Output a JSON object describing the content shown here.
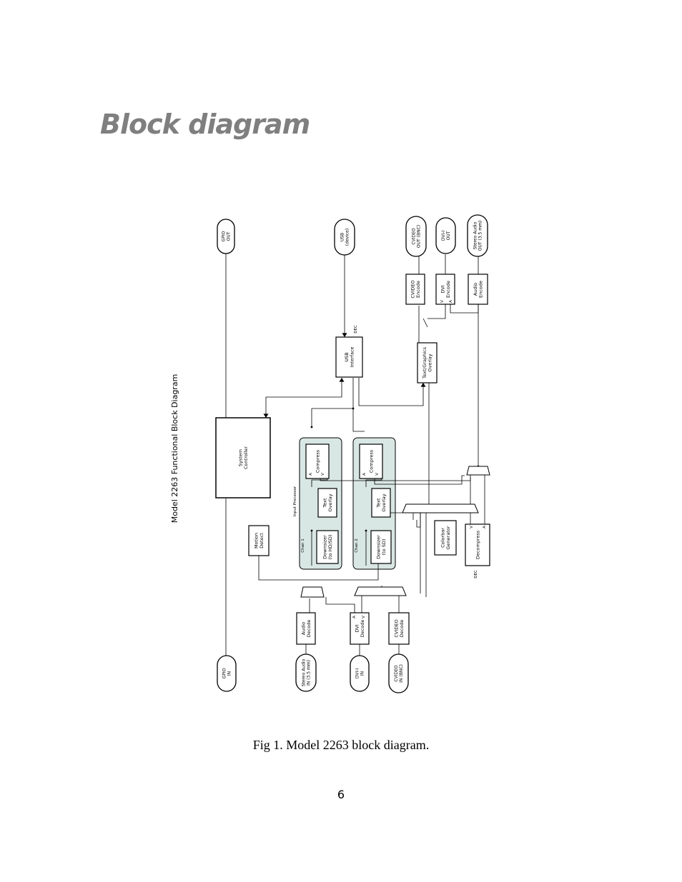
{
  "page": {
    "title": "Block diagram",
    "caption": "Fig 1. Model 2263 block diagram.",
    "page_number": "6"
  },
  "diagram": {
    "heading": "Model 2263 Functional Block Diagram",
    "group_labels": {
      "input_processor": "Input Processor",
      "chan1": "Chan 1",
      "chan2": "Chan 2"
    },
    "blocks": {
      "gpio_out": [
        "GPIO",
        "OUT"
      ],
      "usb_device": [
        "USB",
        "(device)"
      ],
      "cvideo_out": [
        "CVIDEO",
        "OUT (BNC)"
      ],
      "dvi_out": [
        "DVI-I",
        "OUT"
      ],
      "stereo_out": [
        "Stereo Audio",
        "OUT (3.5 mm)"
      ],
      "cvideo_encode": [
        "CVIDEO",
        "Encode"
      ],
      "dvi_encode": [
        "DVI",
        "Encode"
      ],
      "audio_encode": [
        "Audio",
        "Encode"
      ],
      "usb_interface": [
        "USB",
        "Interface"
      ],
      "text_graphics": [
        "Text/Graphics",
        "Overlay"
      ],
      "system_controller": [
        "System",
        "Controller"
      ],
      "motion_detect": [
        "Motion",
        "Detect"
      ],
      "compress1": [
        "Compress"
      ],
      "text_overlay1": [
        "Text",
        "Overlay"
      ],
      "downsizer1": [
        "Downsizer",
        "(to HD/SD)"
      ],
      "compress2": [
        "Compress"
      ],
      "text_overlay2": [
        "Text",
        "Overlay"
      ],
      "downsizer2": [
        "Downsizer",
        "(to SD)"
      ],
      "colorbar": [
        "Colorbar",
        "Generator"
      ],
      "decompress": [
        "Decompress"
      ],
      "audio_decode": [
        "Audio",
        "Decode"
      ],
      "dvi_decode": [
        "DVI",
        "Decode"
      ],
      "cvideo_decode": [
        "CVIDEO",
        "Decode"
      ],
      "gpio_in": [
        "GPIO",
        "IN"
      ],
      "stereo_in": [
        "Stereo Audio",
        "IN (3.5 mm)"
      ],
      "dvi_in": [
        "DVI-I",
        "IN"
      ],
      "cvideo_in": [
        "CVIDEO",
        "IN (BNC)"
      ]
    },
    "port_labels": {
      "a": "A",
      "v": "V",
      "dec": "DEC"
    }
  }
}
